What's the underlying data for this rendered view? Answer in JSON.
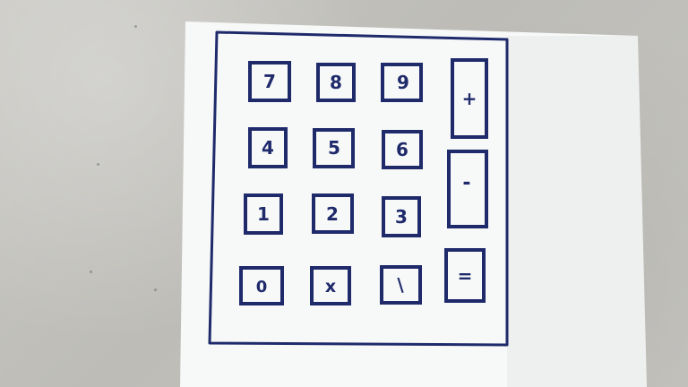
{
  "colors": {
    "ink": "#1f2a6b",
    "paper": "#f7f8f8",
    "background": "#c6c5c0"
  },
  "keypad": {
    "rows": [
      [
        "7",
        "8",
        "9"
      ],
      [
        "4",
        "5",
        "6"
      ],
      [
        "1",
        "2",
        "3"
      ],
      [
        "0",
        "x",
        "\\"
      ]
    ],
    "operators": {
      "plus": "+",
      "minus": "-",
      "equals": "="
    }
  }
}
